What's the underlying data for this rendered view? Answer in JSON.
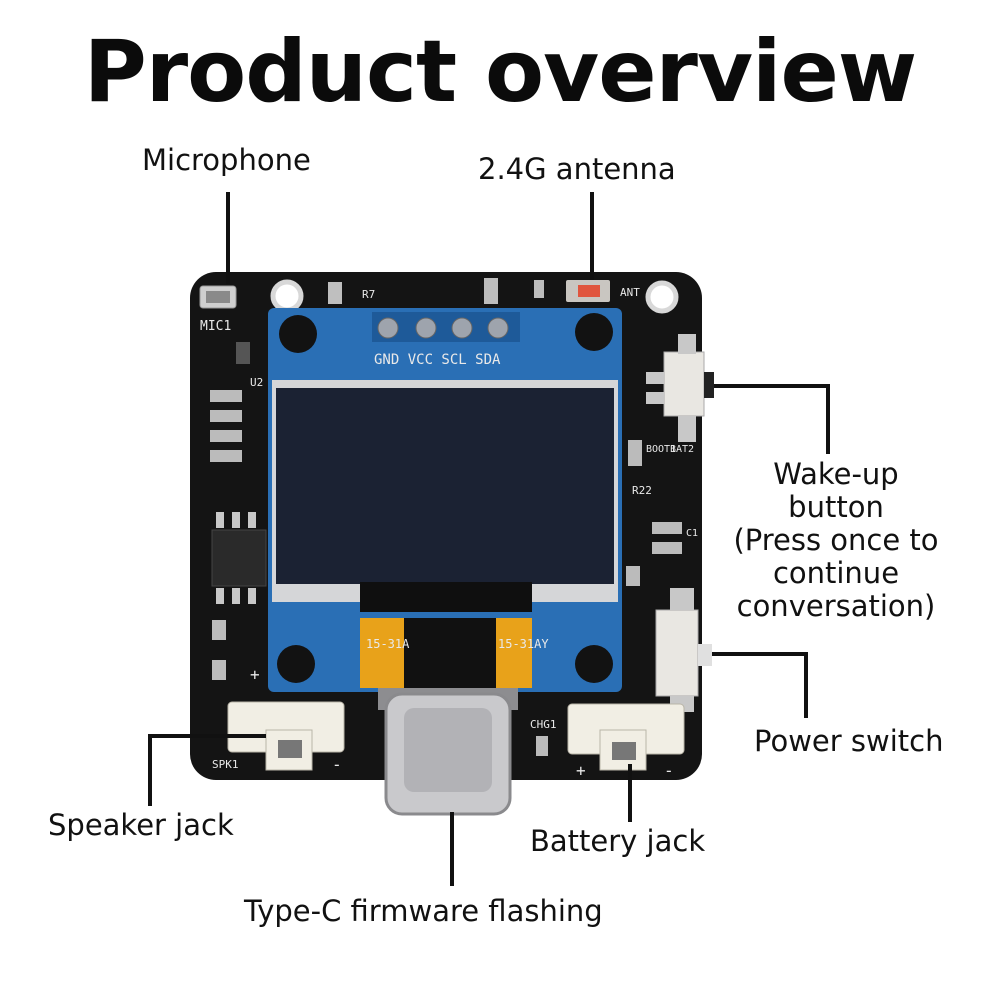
{
  "title": "Product overview",
  "labels": {
    "microphone": "Microphone",
    "antenna": "2.4G antenna",
    "wake_line1": "Wake-up button",
    "wake_line2": "(Press once to",
    "wake_line3": "continue",
    "wake_line4": "conversation)",
    "power_switch": "Power switch",
    "speaker_jack": "Speaker jack",
    "battery_jack": "Battery jack",
    "typec": "Type-C firmware flashing"
  },
  "silkscreen": {
    "pins": "GND VCC SCL SDA",
    "mic": "MIC1",
    "spk": "SPK1",
    "chg": "CHG1",
    "ant": "ANT",
    "r7": "R7",
    "u2": "U2",
    "r22": "R22",
    "boot": "BOOT1",
    "bat": "BAT2",
    "c1": "C1",
    "flex_left": "15-31A",
    "flex_right": "15-31AY",
    "plus": "+",
    "minus": "-"
  },
  "colors": {
    "pcb": "#141414",
    "oled_board": "#2a6fb5",
    "screen": "#1b2233",
    "flex": "#e8a21a",
    "usb_metal": "#c9c9cc",
    "connector": "#f1eee4"
  }
}
